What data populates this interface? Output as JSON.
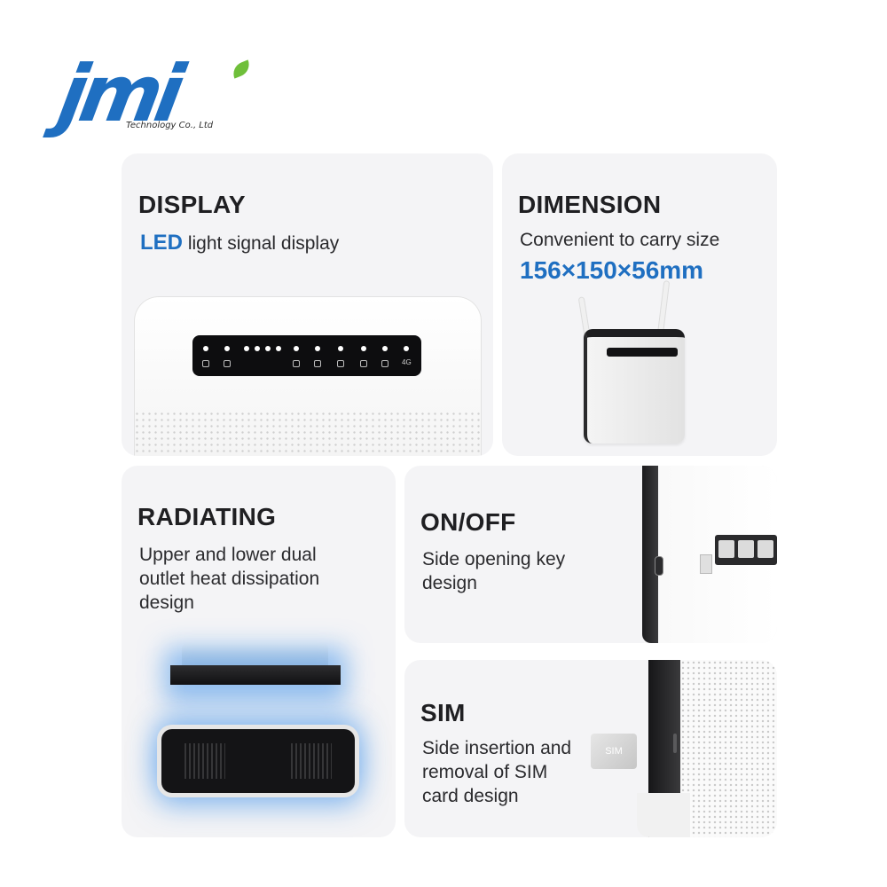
{
  "brand": {
    "logo_text": "JMI",
    "subtitle": "Technology Co., Ltd"
  },
  "colors": {
    "accent": "#1f6fc1",
    "card_bg": "#f4f4f6",
    "leaf": "#6fbf3a",
    "heat_glow": "#4696eb"
  },
  "display": {
    "title": "DISPLAY",
    "highlight": "LED",
    "description": " light signal display",
    "led_4g_label": "4G"
  },
  "dimension": {
    "title": "DIMENSION",
    "description": "Convenient to carry size",
    "size": "156×150×56mm"
  },
  "radiating": {
    "title": "RADIATING",
    "lines": [
      "Upper and lower dual",
      "outlet heat dissipation",
      "design"
    ]
  },
  "onoff": {
    "title": "ON/OFF",
    "lines": [
      "Side opening key",
      "design"
    ]
  },
  "sim": {
    "title": "SIM",
    "lines": [
      "Side insertion and",
      "removal of SIM",
      "card design"
    ],
    "chip_label": "SIM"
  }
}
